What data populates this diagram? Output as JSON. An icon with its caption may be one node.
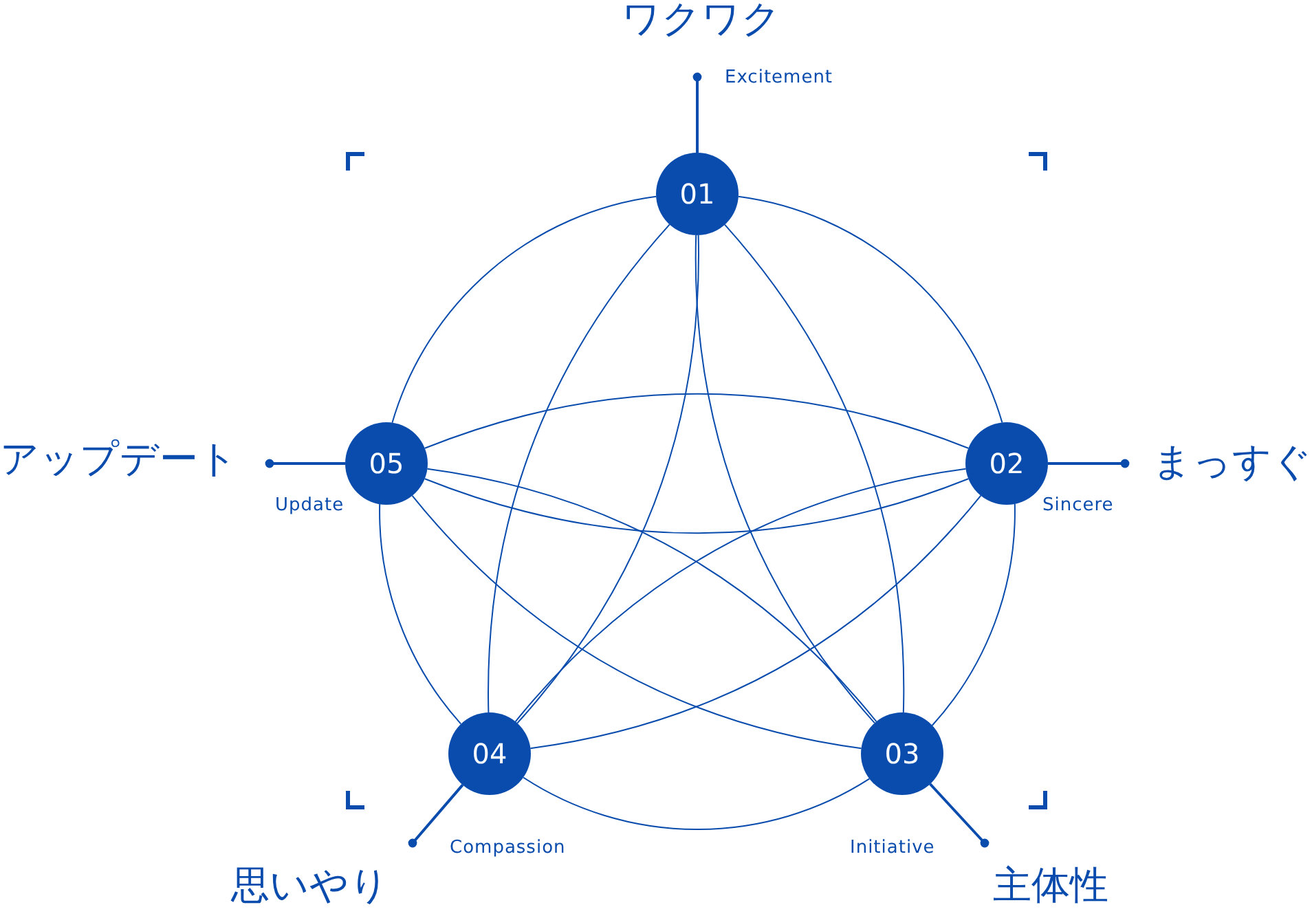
{
  "diagram": {
    "nodes": [
      {
        "text": [
          "01"
        ]
      },
      {
        "text": [
          "02"
        ]
      },
      {
        "text": [
          "03"
        ]
      },
      {
        "text": [
          "04"
        ]
      },
      {
        "text": [
          "05"
        ]
      },
      {
        "text": [
          "Excitement"
        ],
        "beside": [
          "ワクワク"
        ]
      },
      {
        "text": [
          "Sincere"
        ],
        "beside": [
          "まっすぐ"
        ]
      },
      {
        "text": [
          "Initiative"
        ],
        "beside": [
          "主体性"
        ]
      },
      {
        "text": [
          "Compassion"
        ],
        "beside": [
          "思いやり"
        ]
      },
      {
        "text": [
          "Update"
        ],
        "beside": [
          "アップデート"
        ]
      }
    ],
    "edges": [
      {
        "from": 0,
        "to": 1,
        "arrow": "none"
      },
      {
        "from": 1,
        "to": 2,
        "arrow": "none"
      },
      {
        "from": 2,
        "to": 3,
        "arrow": "none"
      },
      {
        "from": 3,
        "to": 4,
        "arrow": "none"
      },
      {
        "from": 4,
        "to": 0,
        "arrow": "none"
      },
      {
        "from": 0,
        "to": 2,
        "arrow": "none"
      },
      {
        "from": 0,
        "to": 2,
        "arrow": "none"
      },
      {
        "from": 0,
        "to": 3,
        "arrow": "none"
      },
      {
        "from": 0,
        "to": 3,
        "arrow": "none"
      },
      {
        "from": 1,
        "to": 3,
        "arrow": "none"
      },
      {
        "from": 1,
        "to": 3,
        "arrow": "none"
      },
      {
        "from": 1,
        "to": 4,
        "arrow": "none"
      },
      {
        "from": 1,
        "to": 4,
        "arrow": "none"
      },
      {
        "from": 2,
        "to": 4,
        "arrow": "none"
      },
      {
        "from": 2,
        "to": 4,
        "arrow": "none"
      },
      {
        "from": 0,
        "to": 5,
        "arrow": "other"
      },
      {
        "from": 1,
        "to": 6,
        "arrow": "other"
      },
      {
        "from": 2,
        "to": 7,
        "arrow": "other"
      },
      {
        "from": 3,
        "to": 8,
        "arrow": "other"
      },
      {
        "from": 4,
        "to": 9,
        "arrow": "other"
      }
    ]
  }
}
